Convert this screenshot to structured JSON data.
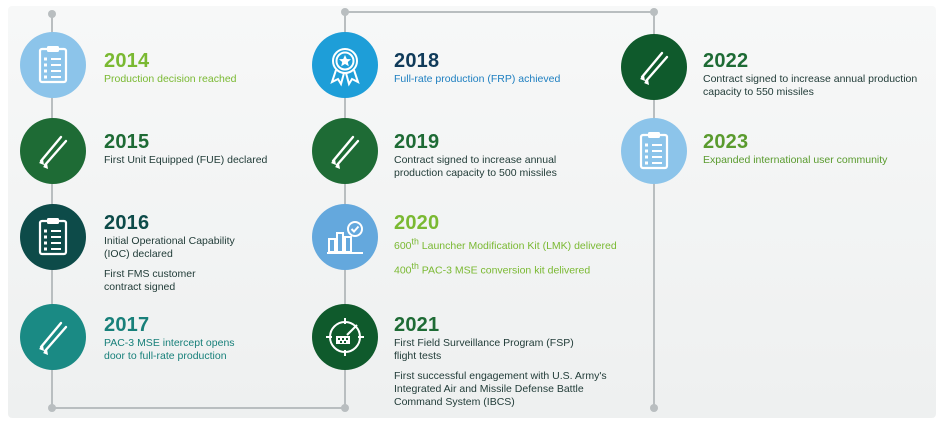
{
  "timeline": [
    {
      "year": "2014",
      "lines": [
        "Production decision reached"
      ],
      "sub": [],
      "icon": "clipboard-icon",
      "color": "#8cc4ea"
    },
    {
      "year": "2015",
      "lines": [
        "First Unit Equipped (FUE) declared"
      ],
      "sub": [],
      "icon": "missiles-icon",
      "color": "#1e6b35"
    },
    {
      "year": "2016",
      "lines": [
        "Initial Operational Capability",
        "(IOC) declared"
      ],
      "sub": [
        "First FMS customer",
        "contract signed"
      ],
      "icon": "clipboard-icon",
      "color": "#0d4b49"
    },
    {
      "year": "2017",
      "lines": [
        "PAC-3 MSE intercept opens",
        "door to full-rate production"
      ],
      "sub": [],
      "icon": "missiles-icon",
      "color": "#1a8a84"
    },
    {
      "year": "2018",
      "lines": [
        "Full-rate production (FRP) achieved"
      ],
      "sub": [],
      "icon": "award-ribbon-icon",
      "color": "#1e9ed8"
    },
    {
      "year": "2019",
      "lines": [
        "Contract signed to increase annual",
        "production capacity to 500 missiles"
      ],
      "sub": [],
      "icon": "missiles-icon",
      "color": "#1e6b35"
    },
    {
      "year": "2020",
      "lines_html": "600<sup>th</sup> Launcher Modification Kit (LMK) delivered",
      "sub_html": "400<sup>th</sup> PAC-3 MSE conversion kit delivered",
      "icon": "bar-chart-check-icon",
      "color": "#64a8dd"
    },
    {
      "year": "2021",
      "lines": [
        "First Field Surveillance Program (FSP)",
        "flight tests"
      ],
      "sub": [
        "First successful engagement with U.S. Army's",
        "Integrated Air and Missile Defense Battle",
        "Command System (IBCS)"
      ],
      "icon": "radar-target-icon",
      "color": "#0f5a2c"
    },
    {
      "year": "2022",
      "lines": [
        "Contract signed to increase annual production",
        "capacity to 550 missiles"
      ],
      "sub": [],
      "icon": "missiles-icon",
      "color": "#1e6b35"
    },
    {
      "year": "2023",
      "lines": [
        "Expanded international user community"
      ],
      "sub": [],
      "icon": "clipboard-icon",
      "color": "#8cc4ea"
    }
  ]
}
